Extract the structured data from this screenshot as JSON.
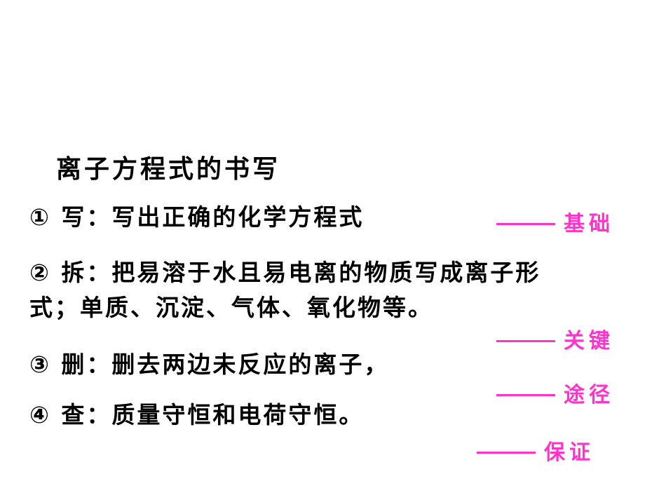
{
  "title": "离子方程式的书写",
  "steps": [
    {
      "text": "① 写：写出正确的化学方程式"
    },
    {
      "text": "② 拆：把易溶于水且易电离的物质写成离子形",
      "text2": "式；单质、沉淀、气体、氧化物等。"
    },
    {
      "text": "③ 删：删去两边未反应的离子，"
    },
    {
      "text": "④ 查：质量守恒和电荷守恒。"
    }
  ],
  "annotations": [
    {
      "label": "基础"
    },
    {
      "label": "关键"
    },
    {
      "label": "途径"
    },
    {
      "label": "保证"
    }
  ],
  "colors": {
    "text": "#000000",
    "annotation": "#ff33cc",
    "background": "#ffffff"
  }
}
